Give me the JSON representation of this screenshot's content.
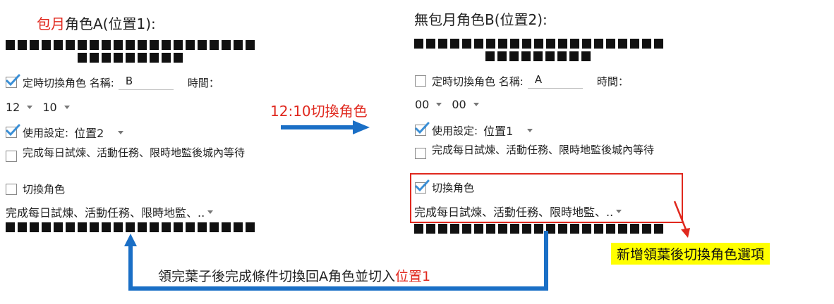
{
  "left": {
    "title_prefix": "包月",
    "title_suffix": "角色A(位置1):",
    "timer_label": "定時切換角色 名稱:",
    "name_value": "B",
    "time_label": "時間：",
    "hour": "12",
    "minute": "10",
    "use_setting_label": "使用設定:",
    "use_setting_value": "位置2",
    "daily_label": "完成每日試煉、活動任務、限時地監後城內等待",
    "switch_label": "切換角色",
    "condition_select": "完成每日試煉、活動任務、限時地監、.."
  },
  "right": {
    "title": "無包月角色B(位置2):",
    "timer_label": "定時切換角色 名稱:",
    "name_value": "A",
    "time_label": "時間：",
    "hour": "00",
    "minute": "00",
    "use_setting_label": "使用設定:",
    "use_setting_value": "位置1",
    "daily_label": "完成每日試煉、活動任務、限時地監後城內等待",
    "switch_label": "切換角色",
    "condition_select": "完成每日試煉、活動任務、限時地監、.."
  },
  "annotations": {
    "arrow_label": "12:10切換角色",
    "new_option": "新增領葉後切換角色選項",
    "bottom_prefix": "領完葉子後完成條件切換回A角色並切入",
    "bottom_suffix": "位置1"
  },
  "colors": {
    "accent_red": "#e0281e",
    "arrow_blue": "#1a6fc6",
    "highlight": "#ffff00"
  }
}
